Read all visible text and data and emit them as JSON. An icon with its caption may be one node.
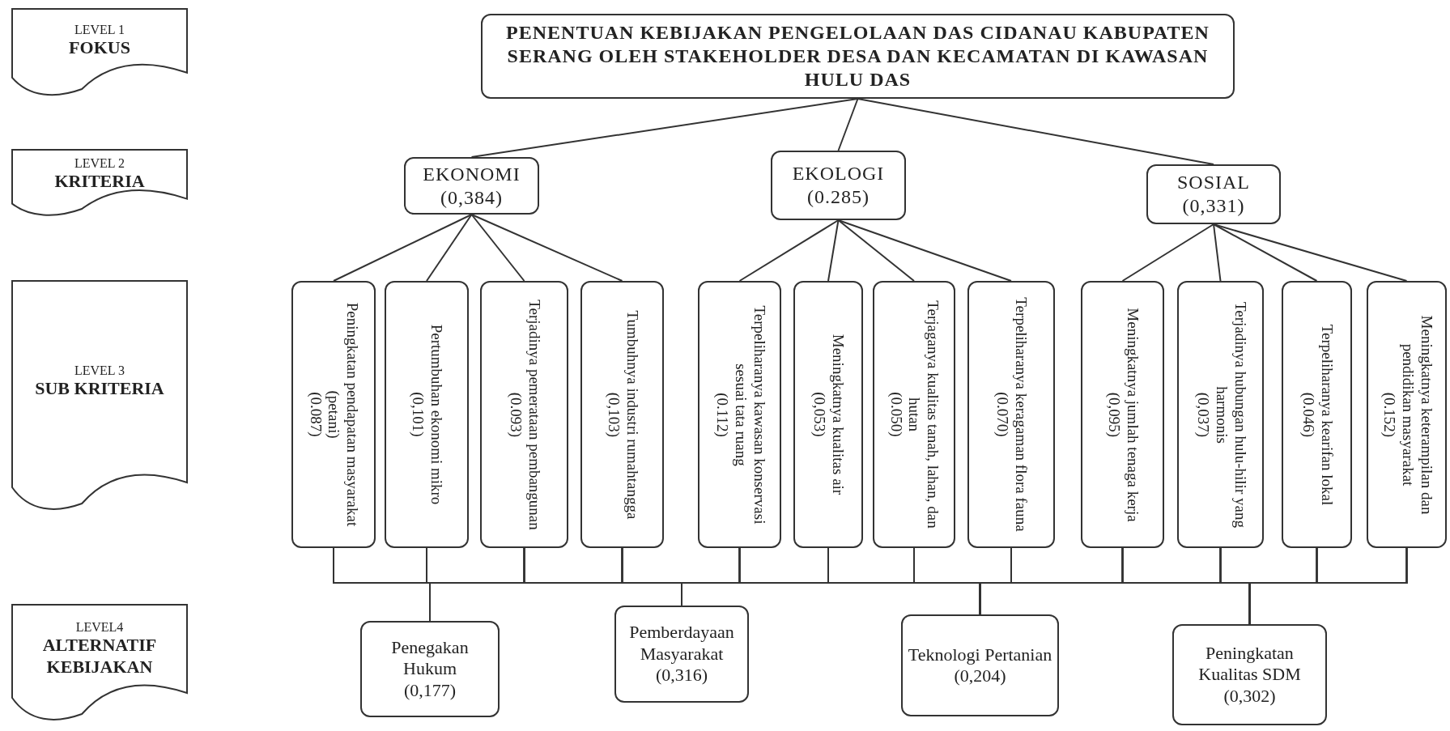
{
  "diagram": {
    "nodes": [
      {
        "text": [
          "LEVEL 1",
          "FOKUS"
        ]
      },
      {
        "text": [
          "LEVEL 2",
          "KRITERIA"
        ]
      },
      {
        "text": [
          "LEVEL 3",
          "SUB KRITERIA"
        ]
      },
      {
        "text": [
          "LEVEL4",
          "ALTERNATIF KEBIJAKAN"
        ]
      },
      {
        "text": [
          "PENENTUAN KEBIJAKAN PENGELOLAAN DAS CIDANAU KABUPATEN SERANG OLEH STAKEHOLDER DESA DAN KECAMATAN DI KAWASAN HULU DAS"
        ]
      },
      {
        "text": [
          "EKONOMI",
          "(0,384)"
        ]
      },
      {
        "text": [
          "EKOLOGI",
          "(0.285)"
        ]
      },
      {
        "text": [
          "SOSIAL",
          "(0,331)"
        ]
      },
      {
        "text": [
          "Peningkatan pendapatan masyarakat (petani)",
          "(0.087)"
        ]
      },
      {
        "text": [
          "Pertumbuhan ekonomi mikro",
          "(0,101)"
        ]
      },
      {
        "text": [
          "Terjadinya pemerataan pembangunan",
          "(0.093)"
        ]
      },
      {
        "text": [
          "Tumbuhnya industri rumahtangga",
          "(0,103)"
        ]
      },
      {
        "text": [
          "Terpeliharanya kawasan konservasi sesuai tata ruang",
          "(0.112)"
        ]
      },
      {
        "text": [
          "Meningkatnya kualitas air",
          "(0,053)"
        ]
      },
      {
        "text": [
          "Terjaganya kualitas tanah, lahan, dan hutan",
          "(0.050)"
        ]
      },
      {
        "text": [
          "Terpeliharanya keragaman flora fauna",
          "(0.070)"
        ]
      },
      {
        "text": [
          "Meningkatnya jumlah tenaga kerja",
          "(0,095)"
        ]
      },
      {
        "text": [
          "Terjadinya hubungan hulu-hilir yang harmonis",
          "(0,037)"
        ]
      },
      {
        "text": [
          "Terpeliharanya kearifan lokal",
          "(0.046)"
        ]
      },
      {
        "text": [
          "Meningkatnya keterampilan dan pendidikan masyarakat",
          "(0.152)"
        ]
      },
      {
        "text": [
          "Penegakan Hukum",
          "(0,177)"
        ]
      },
      {
        "text": [
          "Pemberdayaan Masyarakat",
          "(0,316)"
        ]
      },
      {
        "text": [
          "Teknologi Pertanian",
          "(0,204)"
        ]
      },
      {
        "text": [
          "Peningkatan Kualitas SDM",
          "(0,302)"
        ]
      }
    ],
    "edges": [
      {
        "from": 4,
        "to": 5,
        "arrow": "none"
      },
      {
        "from": 4,
        "to": 6,
        "arrow": "none"
      },
      {
        "from": 4,
        "to": 7,
        "arrow": "none"
      },
      {
        "from": 5,
        "to": 8,
        "arrow": "none"
      },
      {
        "from": 5,
        "to": 9,
        "arrow": "none"
      },
      {
        "from": 5,
        "to": 10,
        "arrow": "none"
      },
      {
        "from": 5,
        "to": 11,
        "arrow": "none"
      },
      {
        "from": 6,
        "to": 12,
        "arrow": "none"
      },
      {
        "from": 6,
        "to": 13,
        "arrow": "none"
      },
      {
        "from": 6,
        "to": 14,
        "arrow": "none"
      },
      {
        "from": 6,
        "to": 15,
        "arrow": "none"
      },
      {
        "from": 7,
        "to": 16,
        "arrow": "none"
      },
      {
        "from": 7,
        "to": 17,
        "arrow": "none"
      },
      {
        "from": 7,
        "to": 18,
        "arrow": "none"
      },
      {
        "from": 7,
        "to": 19,
        "arrow": "none"
      },
      {
        "from": 8,
        "to": 20,
        "arrow": "none"
      },
      {
        "from": 8,
        "to": 21,
        "arrow": "none"
      },
      {
        "from": 8,
        "to": 22,
        "arrow": "none"
      },
      {
        "from": 8,
        "to": 23,
        "arrow": "none"
      },
      {
        "from": 9,
        "to": 20,
        "arrow": "none"
      },
      {
        "from": 9,
        "to": 21,
        "arrow": "none"
      },
      {
        "from": 9,
        "to": 22,
        "arrow": "none"
      },
      {
        "from": 9,
        "to": 23,
        "arrow": "none"
      },
      {
        "from": 10,
        "to": 20,
        "arrow": "none"
      },
      {
        "from": 10,
        "to": 21,
        "arrow": "none"
      },
      {
        "from": 10,
        "to": 22,
        "arrow": "none"
      },
      {
        "from": 10,
        "to": 23,
        "arrow": "none"
      },
      {
        "from": 11,
        "to": 20,
        "arrow": "none"
      },
      {
        "from": 11,
        "to": 21,
        "arrow": "none"
      },
      {
        "from": 11,
        "to": 22,
        "arrow": "none"
      },
      {
        "from": 11,
        "to": 23,
        "arrow": "none"
      },
      {
        "from": 12,
        "to": 20,
        "arrow": "none"
      },
      {
        "from": 12,
        "to": 21,
        "arrow": "none"
      },
      {
        "from": 12,
        "to": 22,
        "arrow": "none"
      },
      {
        "from": 12,
        "to": 23,
        "arrow": "none"
      },
      {
        "from": 13,
        "to": 20,
        "arrow": "none"
      },
      {
        "from": 13,
        "to": 21,
        "arrow": "none"
      },
      {
        "from": 13,
        "to": 22,
        "arrow": "none"
      },
      {
        "from": 13,
        "to": 23,
        "arrow": "none"
      },
      {
        "from": 14,
        "to": 20,
        "arrow": "none"
      },
      {
        "from": 14,
        "to": 21,
        "arrow": "none"
      },
      {
        "from": 14,
        "to": 22,
        "arrow": "none"
      },
      {
        "from": 14,
        "to": 23,
        "arrow": "none"
      },
      {
        "from": 15,
        "to": 20,
        "arrow": "none"
      },
      {
        "from": 15,
        "to": 21,
        "arrow": "none"
      },
      {
        "from": 15,
        "to": 22,
        "arrow": "none"
      },
      {
        "from": 15,
        "to": 23,
        "arrow": "none"
      },
      {
        "from": 16,
        "to": 20,
        "arrow": "none"
      },
      {
        "from": 16,
        "to": 21,
        "arrow": "none"
      },
      {
        "from": 16,
        "to": 22,
        "arrow": "none"
      },
      {
        "from": 16,
        "to": 23,
        "arrow": "none"
      },
      {
        "from": 17,
        "to": 20,
        "arrow": "none"
      },
      {
        "from": 17,
        "to": 21,
        "arrow": "none"
      },
      {
        "from": 17,
        "to": 22,
        "arrow": "none"
      },
      {
        "from": 17,
        "to": 23,
        "arrow": "none"
      },
      {
        "from": 18,
        "to": 20,
        "arrow": "none"
      },
      {
        "from": 18,
        "to": 21,
        "arrow": "none"
      },
      {
        "from": 18,
        "to": 22,
        "arrow": "none"
      },
      {
        "from": 18,
        "to": 23,
        "arrow": "none"
      },
      {
        "from": 19,
        "to": 20,
        "arrow": "none"
      },
      {
        "from": 19,
        "to": 21,
        "arrow": "none"
      },
      {
        "from": 19,
        "to": 22,
        "arrow": "none"
      },
      {
        "from": 19,
        "to": 23,
        "arrow": "none"
      }
    ]
  }
}
